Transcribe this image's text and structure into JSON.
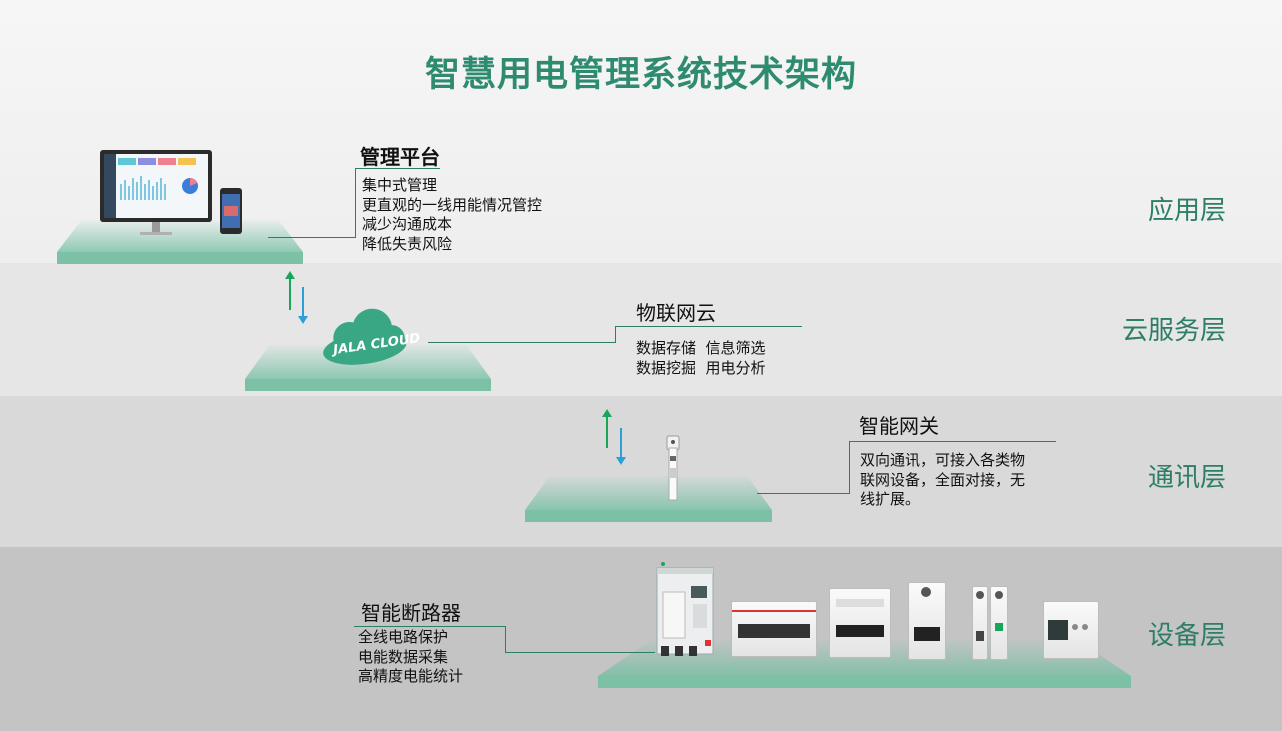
{
  "title": "智慧用电管理系统技术架构",
  "layers": {
    "application": "应用层",
    "cloud": "云服务层",
    "communication": "通讯层",
    "device": "设备层"
  },
  "management_platform": {
    "heading": "管理平台",
    "lines": [
      "集中式管理",
      "更直观的一线用能情况管控",
      "减少沟通成本",
      "降低失责风险"
    ]
  },
  "iot_cloud": {
    "heading": "物联网云",
    "lines": [
      "数据存储  信息筛选",
      "数据挖掘  用电分析"
    ],
    "logo_text": "JALA CLOUD"
  },
  "smart_gateway": {
    "heading": "智能网关",
    "lines": [
      "双向通讯，可接入各类物",
      "联网设备，全面对接，无",
      "线扩展。"
    ]
  },
  "smart_breaker": {
    "heading": "智能断路器",
    "lines": [
      "全线电路保护",
      "电能数据采集",
      "高精度电能统计"
    ]
  },
  "colors": {
    "title": "#2e8b70",
    "accent": "#2e7d67",
    "platform": "#7cc1a6",
    "cloud": "#3aa784",
    "arrow_up": "#19a65a",
    "arrow_down": "#2a9fd8"
  }
}
